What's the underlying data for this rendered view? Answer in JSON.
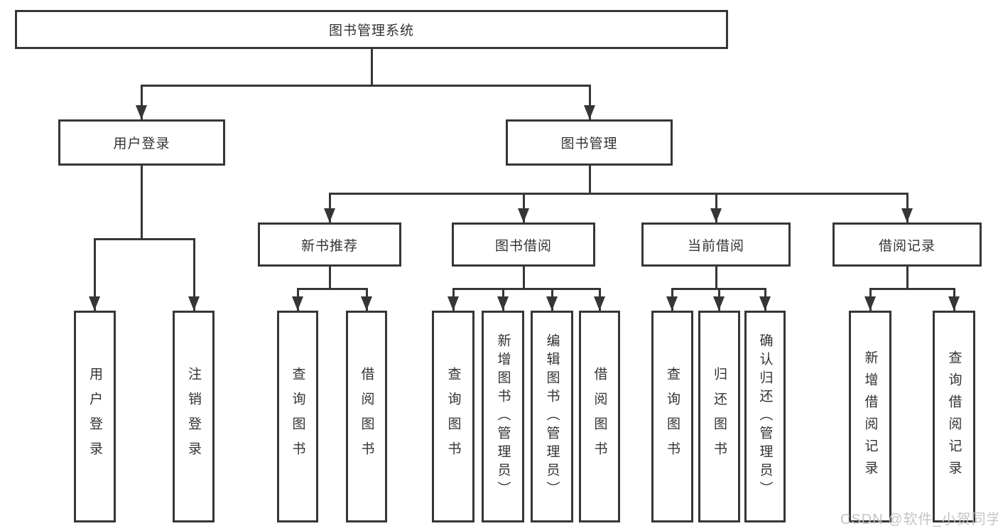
{
  "diagram": {
    "root": {
      "label": "图书管理系统"
    },
    "branches": [
      {
        "label": "用户登录",
        "children": [
          {
            "label": "用户登录"
          },
          {
            "label": "注销登录"
          }
        ]
      },
      {
        "label": "图书管理"
      }
    ],
    "modules": [
      {
        "label": "新书推荐",
        "children": [
          {
            "label": "查询图书"
          },
          {
            "label": "借阅图书"
          }
        ]
      },
      {
        "label": "图书借阅",
        "children": [
          {
            "label": "查询图书"
          },
          {
            "label": "新增图书（管理员）"
          },
          {
            "label": "编辑图书（管理员）"
          },
          {
            "label": "借阅图书"
          }
        ]
      },
      {
        "label": "当前借阅",
        "children": [
          {
            "label": "查询图书"
          },
          {
            "label": "归还图书"
          },
          {
            "label": "确认归还（管理员）"
          }
        ]
      },
      {
        "label": "借阅记录",
        "children": [
          {
            "label": "新增借阅记录"
          },
          {
            "label": "查询借阅记录"
          }
        ]
      }
    ]
  },
  "watermark": {
    "text": "CSDN @软件_小贺同学"
  },
  "colors": {
    "line": "#363636",
    "text": "#333333",
    "background": "#ffffff",
    "watermark": "#c1c1c7"
  }
}
